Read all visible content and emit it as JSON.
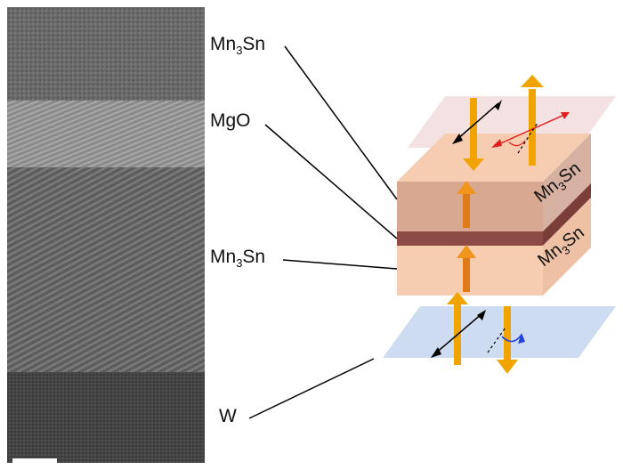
{
  "figure": {
    "labels": {
      "top_mn3sn": {
        "text": "Mn",
        "sub": "3",
        "tail": "Sn"
      },
      "mgo": {
        "text": "MgO"
      },
      "bottom_mn3sn": {
        "text": "Mn",
        "sub": "3",
        "tail": "Sn"
      },
      "w": {
        "text": "W"
      }
    },
    "stack_labels": {
      "upper": {
        "text": "Mn",
        "sub": "3",
        "tail": "Sn"
      },
      "lower": {
        "text": "Mn",
        "sub": "3",
        "tail": "Sn"
      }
    },
    "colors": {
      "top_plane": "#f3dede",
      "bottom_plane": "#c9d8ef",
      "layer_light": "#f6cdb0",
      "layer_mid": "#c98f7a",
      "barrier": "#8d4b45",
      "arrow": "#f1a400",
      "red_arrow": "#e02020",
      "blue_arrow": "#2040e0"
    }
  }
}
